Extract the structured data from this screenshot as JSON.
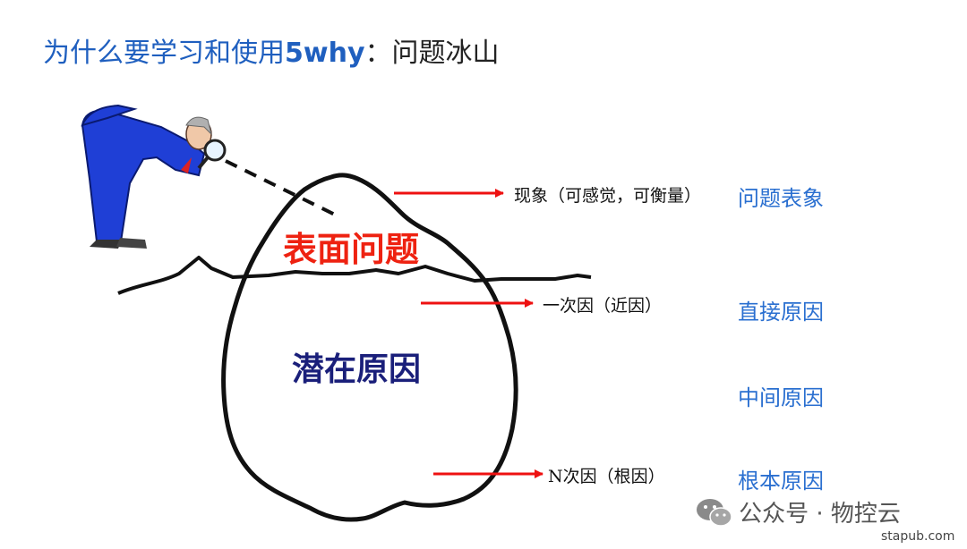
{
  "title": {
    "part1": "为什么要学习和使用",
    "part2": "5why",
    "part3": "：问题冰山"
  },
  "iceberg": {
    "surface_label": "表面问题",
    "latent_label": "潜在原因"
  },
  "arrow_labels": {
    "phenomenon": "现象（可感觉，可衡量）",
    "first_cause": "一次因（近因）",
    "nth_cause": "N次因（根因）"
  },
  "levels": {
    "problem_appearance": "问题表象",
    "direct_cause": "直接原因",
    "intermediate_cause": "中间原因",
    "root_cause": "根本原因"
  },
  "watermark": {
    "text": "公众号 · 物控云",
    "icon": "wechat-icon"
  },
  "source": "stapub.com",
  "colors": {
    "title_blue": "#1f5fbf",
    "level_blue": "#2a6fd0",
    "arrow_red": "#ee1111",
    "surface_red": "#ee2211",
    "latent_navy": "#1a1f7a"
  }
}
